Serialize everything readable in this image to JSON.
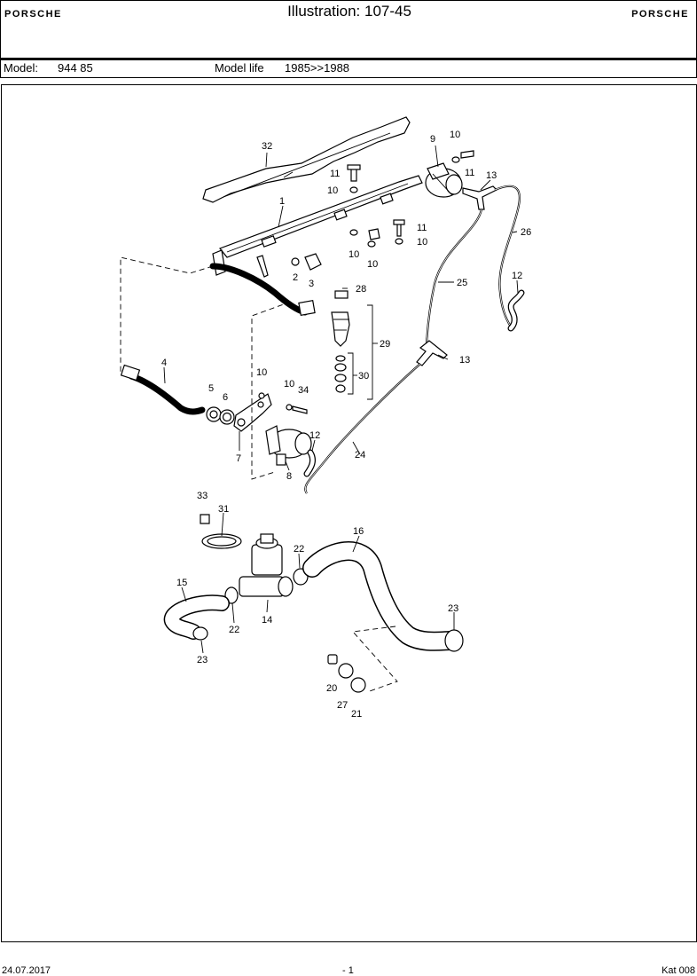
{
  "header": {
    "brand_left": "PORSCHE",
    "brand_right": "PORSCHE",
    "title": "Illustration: 107-45"
  },
  "model_row": {
    "model_label": "Model:",
    "model_value": "944 85",
    "life_label": "Model life",
    "life_value": "1985>>1988"
  },
  "callouts": [
    "32",
    "9",
    "10",
    "11",
    "13",
    "11",
    "10",
    "1",
    "11",
    "10",
    "26",
    "10",
    "10",
    "2",
    "3",
    "28",
    "25",
    "12",
    "29",
    "13",
    "4",
    "10",
    "10",
    "34",
    "5",
    "6",
    "30",
    "12",
    "7",
    "24",
    "8",
    "33",
    "31",
    "16",
    "22",
    "15",
    "14",
    "22",
    "23",
    "23",
    "20",
    "27",
    "21"
  ],
  "footer": {
    "date": "24.07.2017",
    "page": "- 1",
    "catalog": "Kat 008"
  }
}
